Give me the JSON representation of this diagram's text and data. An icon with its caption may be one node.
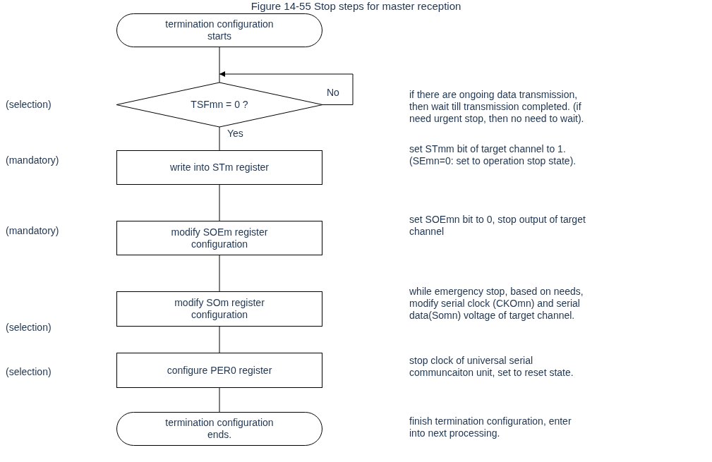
{
  "diagram": {
    "title": "Figure 14-55 Stop steps for master reception",
    "nodes": [
      {
        "text": [
          "termination configuration starts"
        ]
      },
      {
        "text": [
          "TSFmn = 0 ?"
        ]
      },
      {
        "text": [
          "write into STm register"
        ]
      },
      {
        "text": [
          "modify SOEm register configuration"
        ]
      },
      {
        "text": [
          "modify SOm register configuration"
        ]
      },
      {
        "text": [
          "configure PER0 register"
        ]
      },
      {
        "text": [
          "termination configuration ends."
        ]
      }
    ],
    "edges": [
      {
        "from": 0,
        "to": 1,
        "arrow": "none"
      },
      {
        "from": 1,
        "to": 1,
        "arrow": "to",
        "label": "No"
      },
      {
        "from": 1,
        "to": 2,
        "arrow": "none",
        "label": "Yes"
      },
      {
        "from": 2,
        "to": 3,
        "arrow": "none"
      },
      {
        "from": 3,
        "to": 4,
        "arrow": "none"
      },
      {
        "from": 4,
        "to": 5,
        "arrow": "none"
      },
      {
        "from": 5,
        "to": 6,
        "arrow": "none"
      }
    ],
    "labels": [
      "(selection)",
      "if there are ongoing data transmission, then wait till transmission completed. (if need urgent stop, then no need to wait).",
      "(mandatory)",
      "set STmm bit of target channel to 1. (SEmn=0: set to operation stop state).",
      "(mandatory)",
      "set SOEmn bit to 0, stop output of target channel",
      "(selection)",
      "while emergency stop, based on needs, modify serial clock (CKOmn) and serial data(Somn) voltage of target channel.",
      "(selection)",
      "stop clock of universal serial communcaiton unit, set to reset state.",
      "finish termination configuration, enter into next processing."
    ]
  }
}
